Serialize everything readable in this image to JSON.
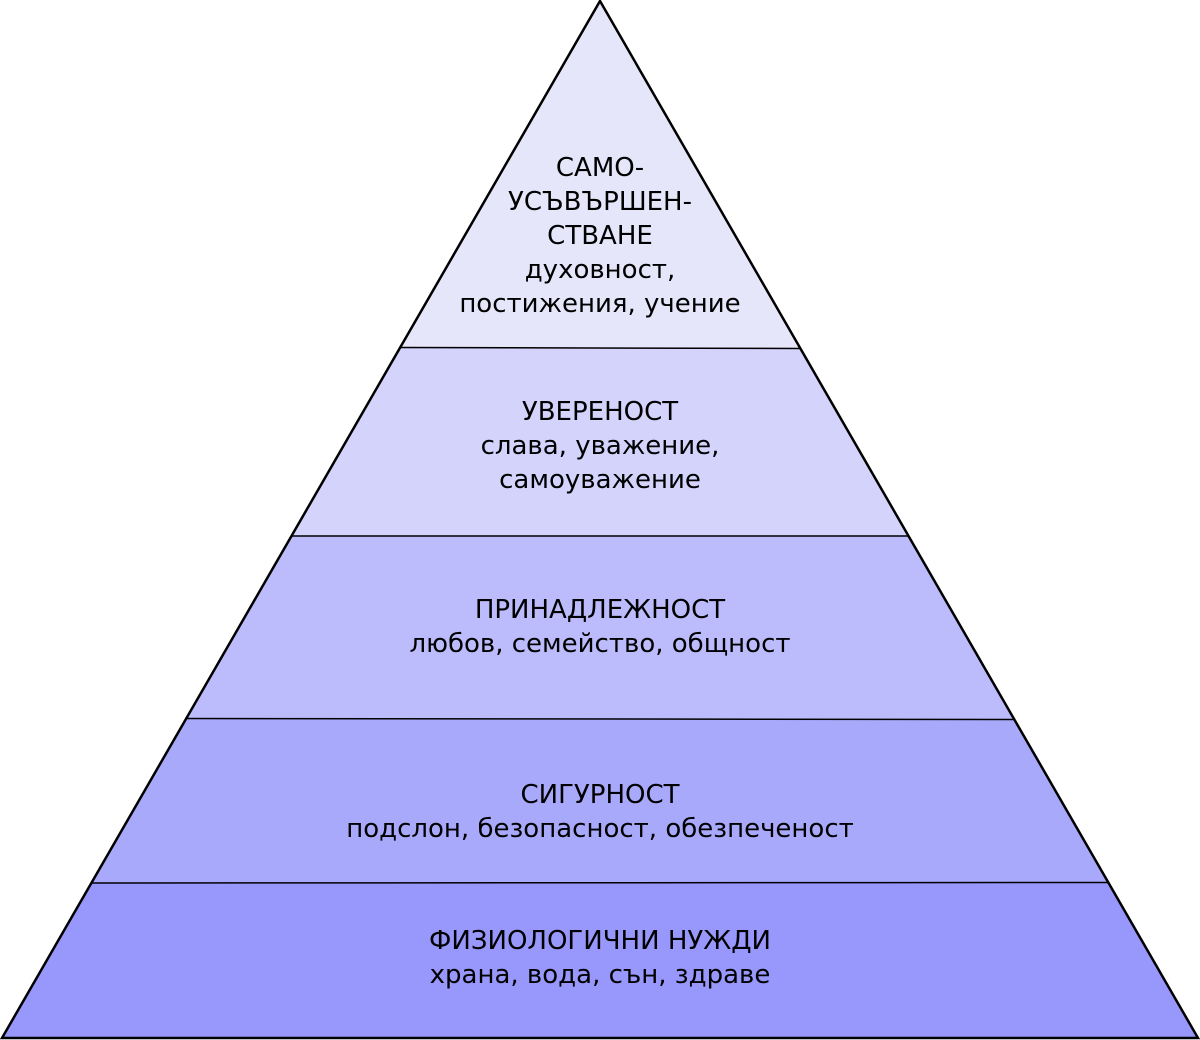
{
  "diagram": {
    "type": "pyramid",
    "levels": [
      {
        "title_lines": [
          "САМО-",
          "УСЪВЪРШЕН-",
          "СТВАНЕ"
        ],
        "subtitle_lines": [
          "духовност,",
          "постижения, учение"
        ],
        "color": "#e6e6fb"
      },
      {
        "title_lines": [
          "УВЕРЕНОСТ"
        ],
        "subtitle_lines": [
          "слава, уважение,",
          "самоуважение"
        ],
        "color": "#d3d3fc"
      },
      {
        "title_lines": [
          "ПРИНАДЛЕЖНОСТ"
        ],
        "subtitle_lines": [
          "любов, семейство, общност"
        ],
        "color": "#bcbcfc"
      },
      {
        "title_lines": [
          "СИГУРНОСТ"
        ],
        "subtitle_lines": [
          "подслон, безопасност, обезпеченост"
        ],
        "color": "#a9a9fc"
      },
      {
        "title_lines": [
          "ФИЗИОЛОГИЧНИ НУЖДИ"
        ],
        "subtitle_lines": [
          "храна, вода, сън, здраве"
        ],
        "color": "#9797fc"
      }
    ]
  }
}
